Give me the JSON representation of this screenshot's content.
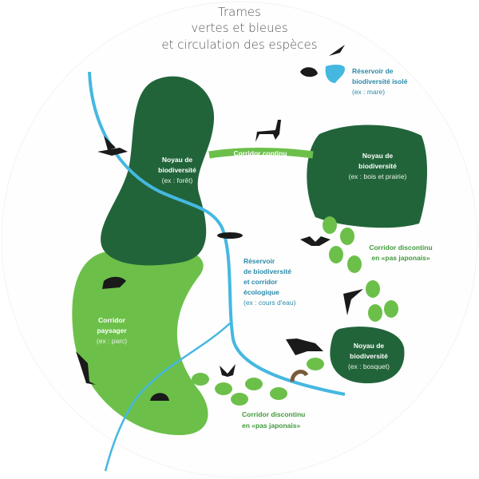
{
  "title": [
    "Trames",
    "vertes et bleues",
    "et circulation des espèces"
  ],
  "labels": {
    "noyau_foret": [
      "Noyau de",
      "biodiversité",
      "(ex : forêt)"
    ],
    "noyau_bois": [
      "Noyau de",
      "biodiversité",
      "(ex : bois et prairie)"
    ],
    "noyau_bosquet": [
      "Noyau de",
      "biodiversité",
      "(ex : bosquet)"
    ],
    "corridor_continu": "Corridor continu",
    "reservoir_isole": [
      "Réservoir de",
      "biodiversité isolé",
      "(ex : mare)"
    ],
    "reservoir_cours_eau": [
      "Réservoir",
      "de biodiversité",
      "et corridor",
      "écologique",
      "(ex : cours d'eau)"
    ],
    "corridor_paysager": [
      "Corridor",
      "paysager",
      "(ex : parc)"
    ],
    "discontinu_right": [
      "Corridor discontinu",
      "en «pas japonais»"
    ],
    "discontinu_bottom": [
      "Corridor discontinu",
      "en «pas japonais»"
    ]
  },
  "colors": {
    "dark_green": "#22643a",
    "light_green": "#6cc04a",
    "water": "#45b8e0",
    "teal_text": "#2a8aa8"
  }
}
